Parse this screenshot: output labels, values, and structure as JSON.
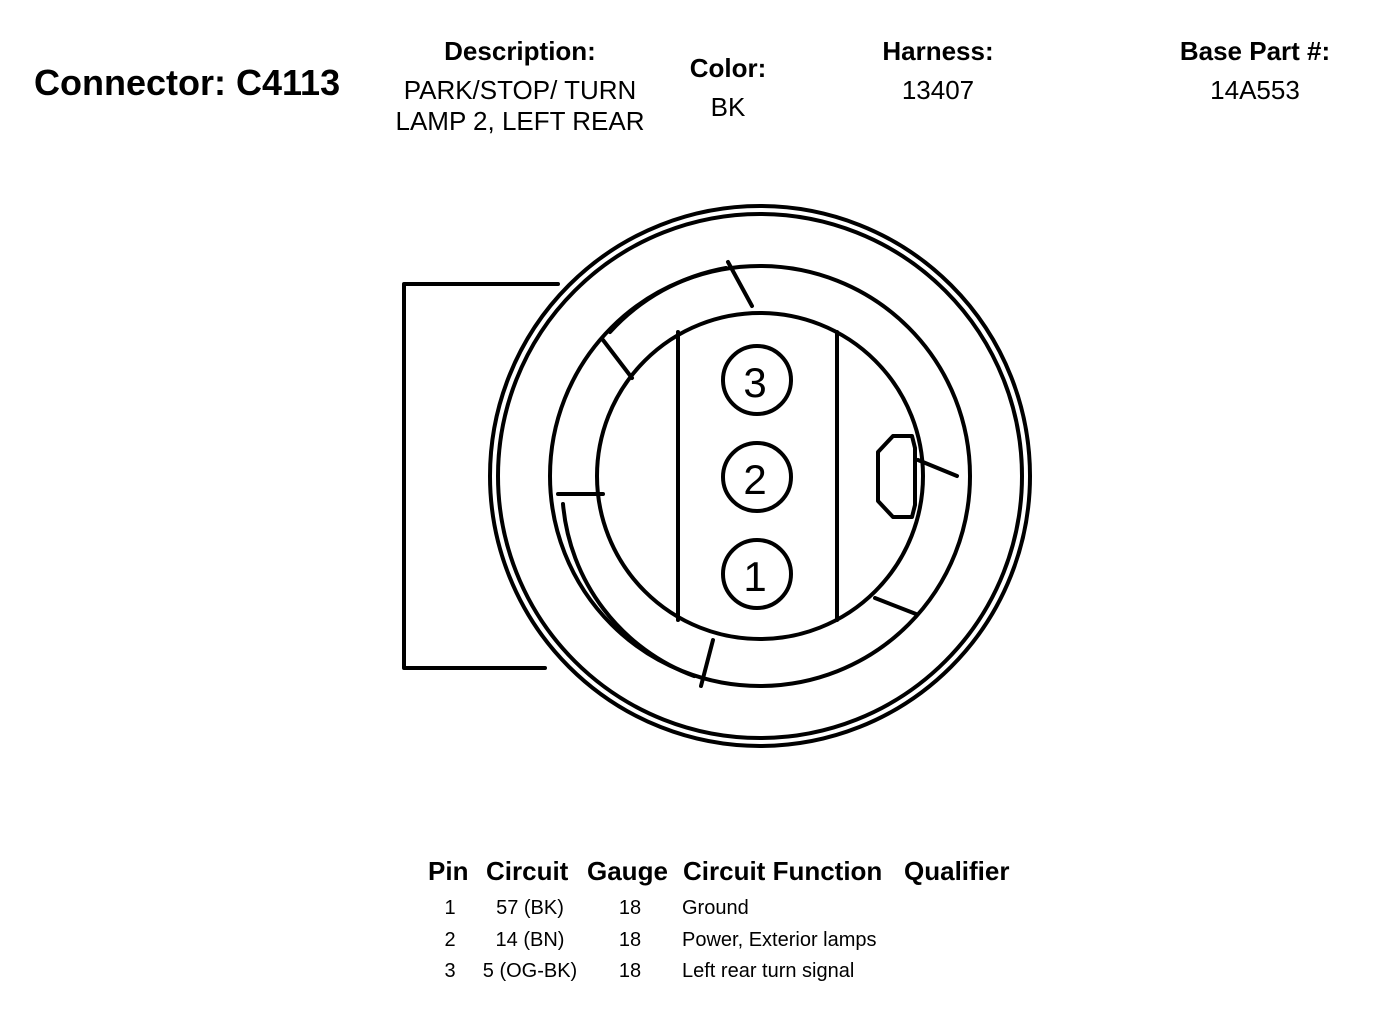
{
  "connector": {
    "title": "Connector: C4113"
  },
  "header": {
    "description_label": "Description:",
    "description_line1": "PARK/STOP/ TURN",
    "description_line2": "LAMP 2, LEFT REAR",
    "color_label": "Color:",
    "color_value": "BK",
    "harness_label": "Harness:",
    "harness_value": "13407",
    "base_part_label": "Base Part #:",
    "base_part_value": "14A553"
  },
  "diagram": {
    "pins": [
      {
        "label": "3"
      },
      {
        "label": "2"
      },
      {
        "label": "1"
      }
    ]
  },
  "table": {
    "headers": {
      "pin": "Pin",
      "circuit": "Circuit",
      "gauge": "Gauge",
      "function": "Circuit Function",
      "qualifier": "Qualifier"
    },
    "rows": [
      {
        "pin": "1",
        "circuit": "57 (BK)",
        "gauge": "18",
        "function": "Ground"
      },
      {
        "pin": "2",
        "circuit": "14 (BN)",
        "gauge": "18",
        "function": "Power, Exterior lamps"
      },
      {
        "pin": "3",
        "circuit": "5 (OG-BK)",
        "gauge": "18",
        "function": "Left rear turn signal"
      }
    ]
  }
}
